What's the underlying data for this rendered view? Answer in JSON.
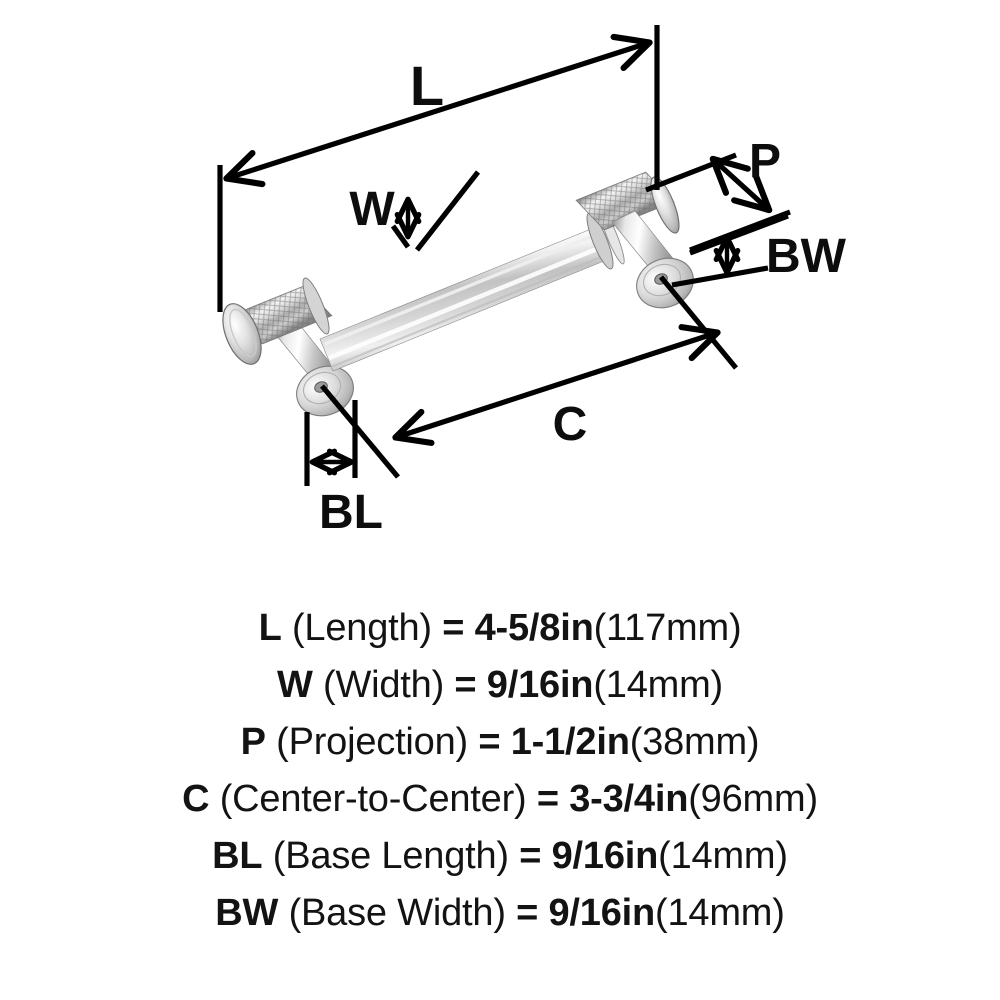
{
  "document": {
    "type": "product-dimension-diagram",
    "background_color": "#ffffff",
    "line_color": "#000000",
    "text_color": "#131313"
  },
  "diagram": {
    "product": "knurled bar cabinet pull handle",
    "finish": "polished chrome",
    "labels": {
      "L": "L",
      "W": "W",
      "P": "P",
      "BW": "BW",
      "C": "C",
      "BL": "BL"
    }
  },
  "specs": [
    {
      "symbol": "L",
      "name": "(Length)",
      "equals": "=",
      "imperial": "4-5/8in",
      "metric": "(117mm)"
    },
    {
      "symbol": "W",
      "name": "(Width)",
      "equals": "=",
      "imperial": "9/16in",
      "metric": "(14mm)"
    },
    {
      "symbol": "P",
      "name": "(Projection)",
      "equals": "=",
      "imperial": "1-1/2in",
      "metric": "(38mm)"
    },
    {
      "symbol": "C",
      "name": "(Center-to-Center)",
      "equals": "=",
      "imperial": "3-3/4in",
      "metric": "(96mm)"
    },
    {
      "symbol": "BL",
      "name": "(Base Length)",
      "equals": "=",
      "imperial": "9/16in",
      "metric": "(14mm)"
    },
    {
      "symbol": "BW",
      "name": "(Base Width)",
      "equals": "=",
      "imperial": "9/16in",
      "metric": "(14mm)"
    }
  ]
}
